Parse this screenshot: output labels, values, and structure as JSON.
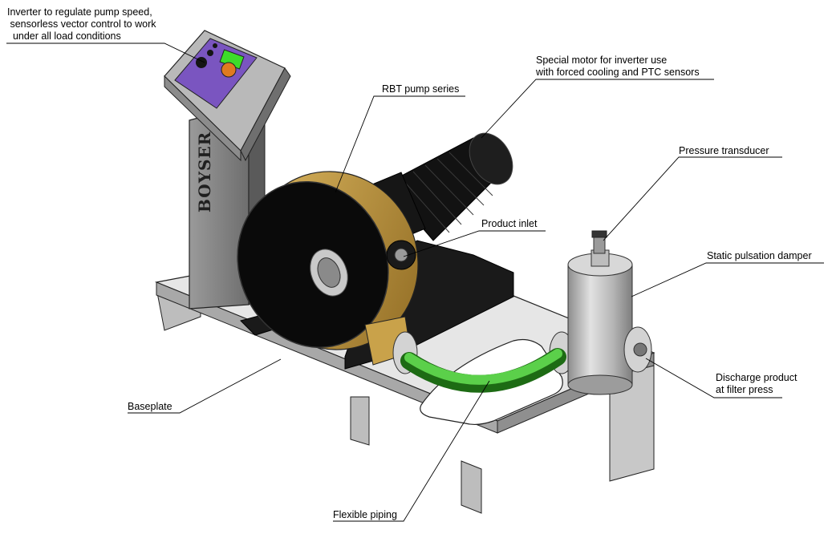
{
  "labels": {
    "inverter": [
      "Inverter to regulate pump speed,",
      " sensorless vector control to work",
      "  under all load conditions"
    ],
    "motor": [
      "Special motor for inverter use",
      "with forced cooling and PTC sensors"
    ],
    "rbt_pump": "RBT pump series",
    "pressure_transducer": "Pressure transducer",
    "product_inlet": "Product inlet",
    "damper": "Static pulsation damper",
    "discharge": [
      "Discharge product",
      "at filter press"
    ],
    "baseplate": "Baseplate",
    "flexible_piping": "Flexible piping"
  },
  "brand": "BOYSER",
  "colors": {
    "leader_line": "#000000",
    "panel_face": "#7a55c0",
    "display": "#3ddc2a",
    "keypad": "#e07a20",
    "pump_housing": "#c9a24a",
    "pump_cover": "#0a0a0a",
    "motor": "#121212",
    "steel": "#c4c4c4",
    "pipe": "#2f9a22"
  }
}
